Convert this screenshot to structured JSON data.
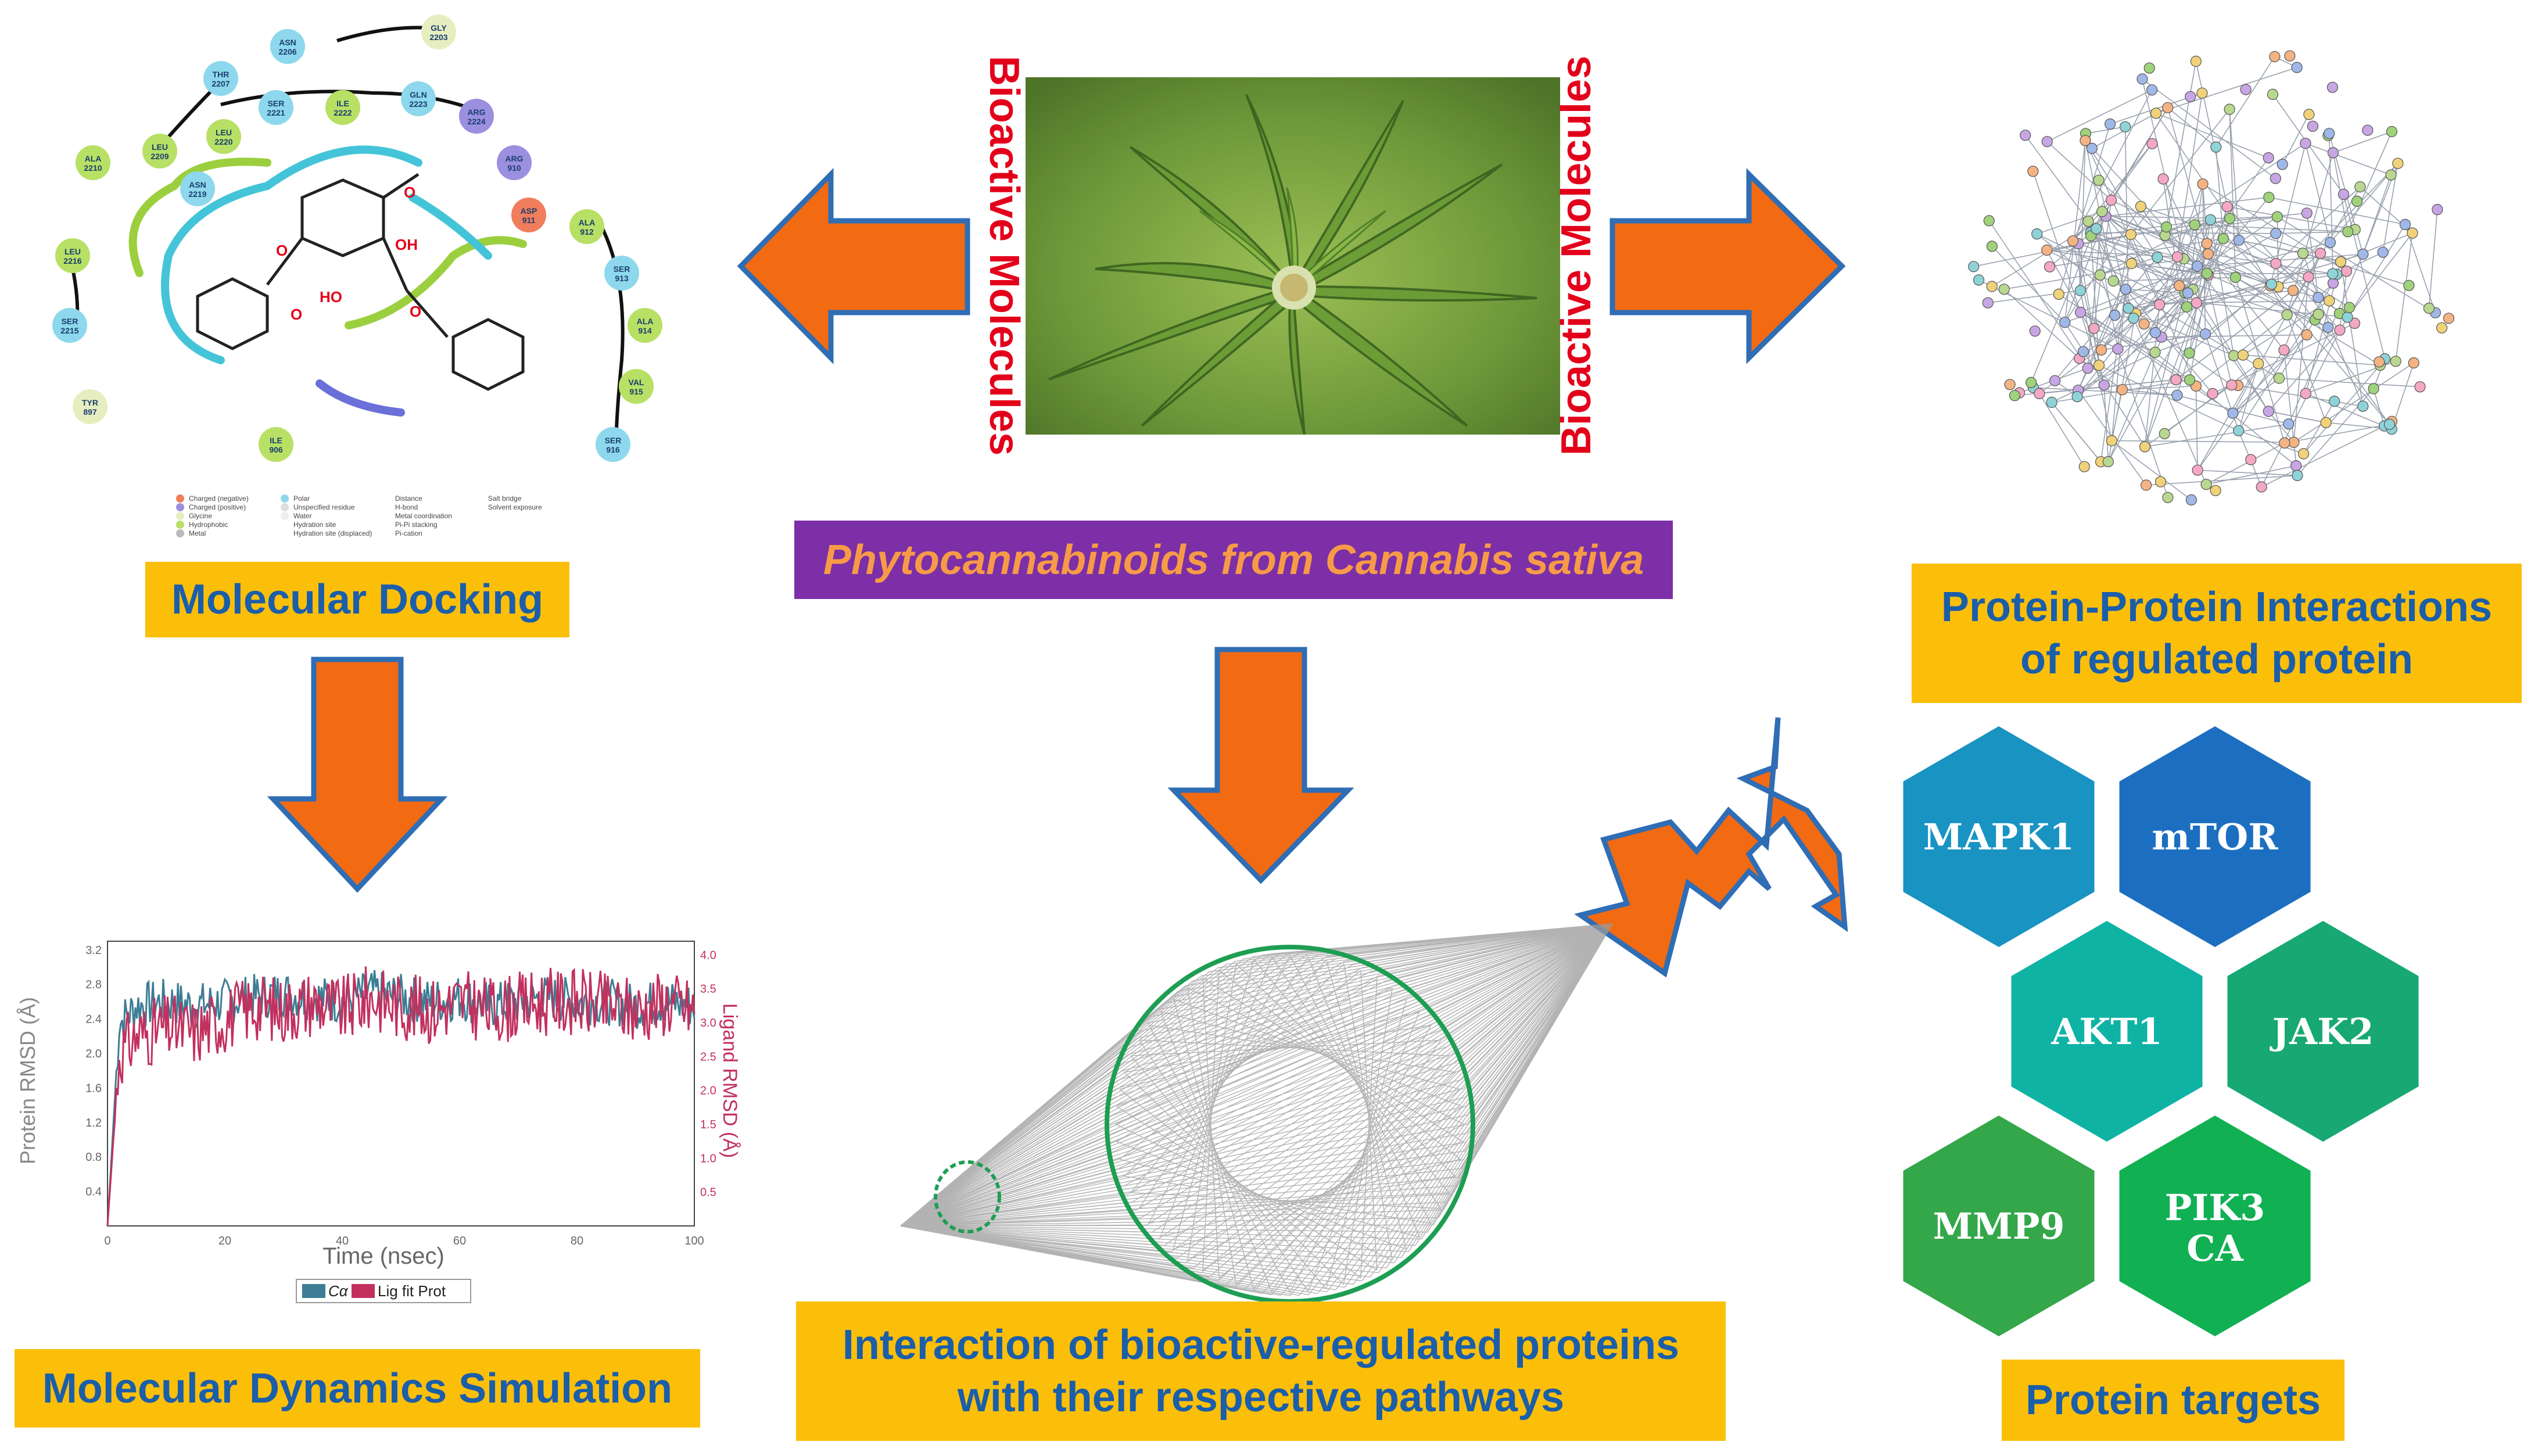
{
  "center": {
    "bioactive_left": "Bioactive Molecules",
    "bioactive_right": "Bioactive Molecules",
    "phyto_label": "Phytocannabinoids from Cannabis sativa"
  },
  "left": {
    "docking_label": "Molecular Docking",
    "md_label": "Molecular Dynamics Simulation",
    "docking_residues": [
      "GLY 2203",
      "ASN 2206",
      "THR 2207",
      "SER 2221",
      "ILE 2222",
      "GLN 2223",
      "ARG 2224",
      "LEU 2209",
      "ALA 2210",
      "LEU 2220",
      "ASN 2219",
      "ARG 910",
      "ASP 911",
      "ALA 912",
      "SER 913",
      "ALA 914",
      "VAL 915",
      "SER 916",
      "LEU 2216",
      "SER 2215",
      "TYR 897",
      "ILE 906"
    ],
    "docking_atoms": [
      "O",
      "OH",
      "HO",
      "O",
      "O",
      "O"
    ],
    "legend_items": [
      "Charged (negative)",
      "Charged (positive)",
      "Glycine",
      "Hydrophobic",
      "Metal",
      "Polar",
      "Unspecified residue",
      "Water",
      "Hydration site",
      "Hydration site (displaced)",
      "Distance",
      "H-bond",
      "Metal coordination",
      "Pi-Pi stacking",
      "Pi-cation",
      "Salt bridge",
      "Solvent exposure"
    ]
  },
  "md_chart": {
    "type": "line",
    "xlabel": "Time (nsec)",
    "ylabel_left": "Protein RMSD (Å)",
    "ylabel_right": "Ligand RMSD (Å)",
    "x_ticks": [
      "0",
      "20",
      "40",
      "60",
      "80",
      "100"
    ],
    "y_left_ticks": [
      "0.4",
      "0.8",
      "1.2",
      "1.6",
      "2.0",
      "2.4",
      "2.8",
      "3.2"
    ],
    "y_right_ticks": [
      "0.5",
      "1.0",
      "1.5",
      "2.0",
      "2.5",
      "3.0",
      "3.5",
      "4.0"
    ],
    "xlim": [
      0,
      100
    ],
    "ylim_left": [
      0,
      3.3
    ],
    "ylim_right": [
      0,
      4.2
    ],
    "legend": [
      "Cα",
      "Lig fit Prot"
    ],
    "colors": {
      "ca": "#3c7d94",
      "lig": "#c2305e"
    },
    "series": [
      {
        "name": "Cα",
        "x": [
          0,
          2,
          5,
          10,
          15,
          20,
          25,
          30,
          35,
          40,
          45,
          50,
          55,
          60,
          65,
          70,
          75,
          80,
          85,
          90,
          95,
          100
        ],
        "values": [
          0,
          2.35,
          2.55,
          2.6,
          2.55,
          2.6,
          2.65,
          2.7,
          2.65,
          2.6,
          2.7,
          2.65,
          2.6,
          2.65,
          2.55,
          2.6,
          2.65,
          2.6,
          2.6,
          2.55,
          2.6,
          2.55
        ]
      },
      {
        "name": "Lig fit Prot",
        "x": [
          0,
          2,
          5,
          10,
          15,
          20,
          25,
          30,
          35,
          40,
          45,
          50,
          55,
          60,
          65,
          70,
          75,
          80,
          85,
          90,
          95,
          100
        ],
        "values": [
          0,
          2.0,
          2.2,
          2.3,
          2.25,
          2.4,
          2.55,
          2.5,
          2.6,
          2.5,
          2.65,
          2.55,
          2.5,
          2.6,
          2.5,
          2.55,
          2.6,
          2.6,
          2.55,
          2.5,
          2.6,
          2.5
        ]
      }
    ]
  },
  "right": {
    "ppi_label_1": "Protein-Protein Interactions",
    "ppi_label_2": "of regulated protein",
    "targets_label": "Protein targets",
    "hexagons": [
      {
        "label": "MAPK1",
        "color": "#1893c2"
      },
      {
        "label": "mTOR",
        "color": "#1c6fc0"
      },
      {
        "label": "AKT1",
        "color": "#0fb3a4"
      },
      {
        "label": "JAK2",
        "color": "#17a874"
      },
      {
        "label": "MMP9",
        "color": "#33a74a"
      },
      {
        "label": "PIK3",
        "label2": "CA",
        "color": "#10b053"
      }
    ]
  },
  "bottom_center": {
    "pathway_label_1": "Interaction of bioactive-regulated proteins",
    "pathway_label_2": "with their respective pathways"
  },
  "colors": {
    "arrow_fill": "#f26a12",
    "arrow_stroke": "#2f6db5",
    "label_bg": "#fbbf0a",
    "label_text": "#1b5ea9",
    "phyto_bg": "#7c2fa6",
    "phyto_text": "#f79a48",
    "bioactive_text": "#e3001b",
    "network_circle": "#1e9e53"
  }
}
